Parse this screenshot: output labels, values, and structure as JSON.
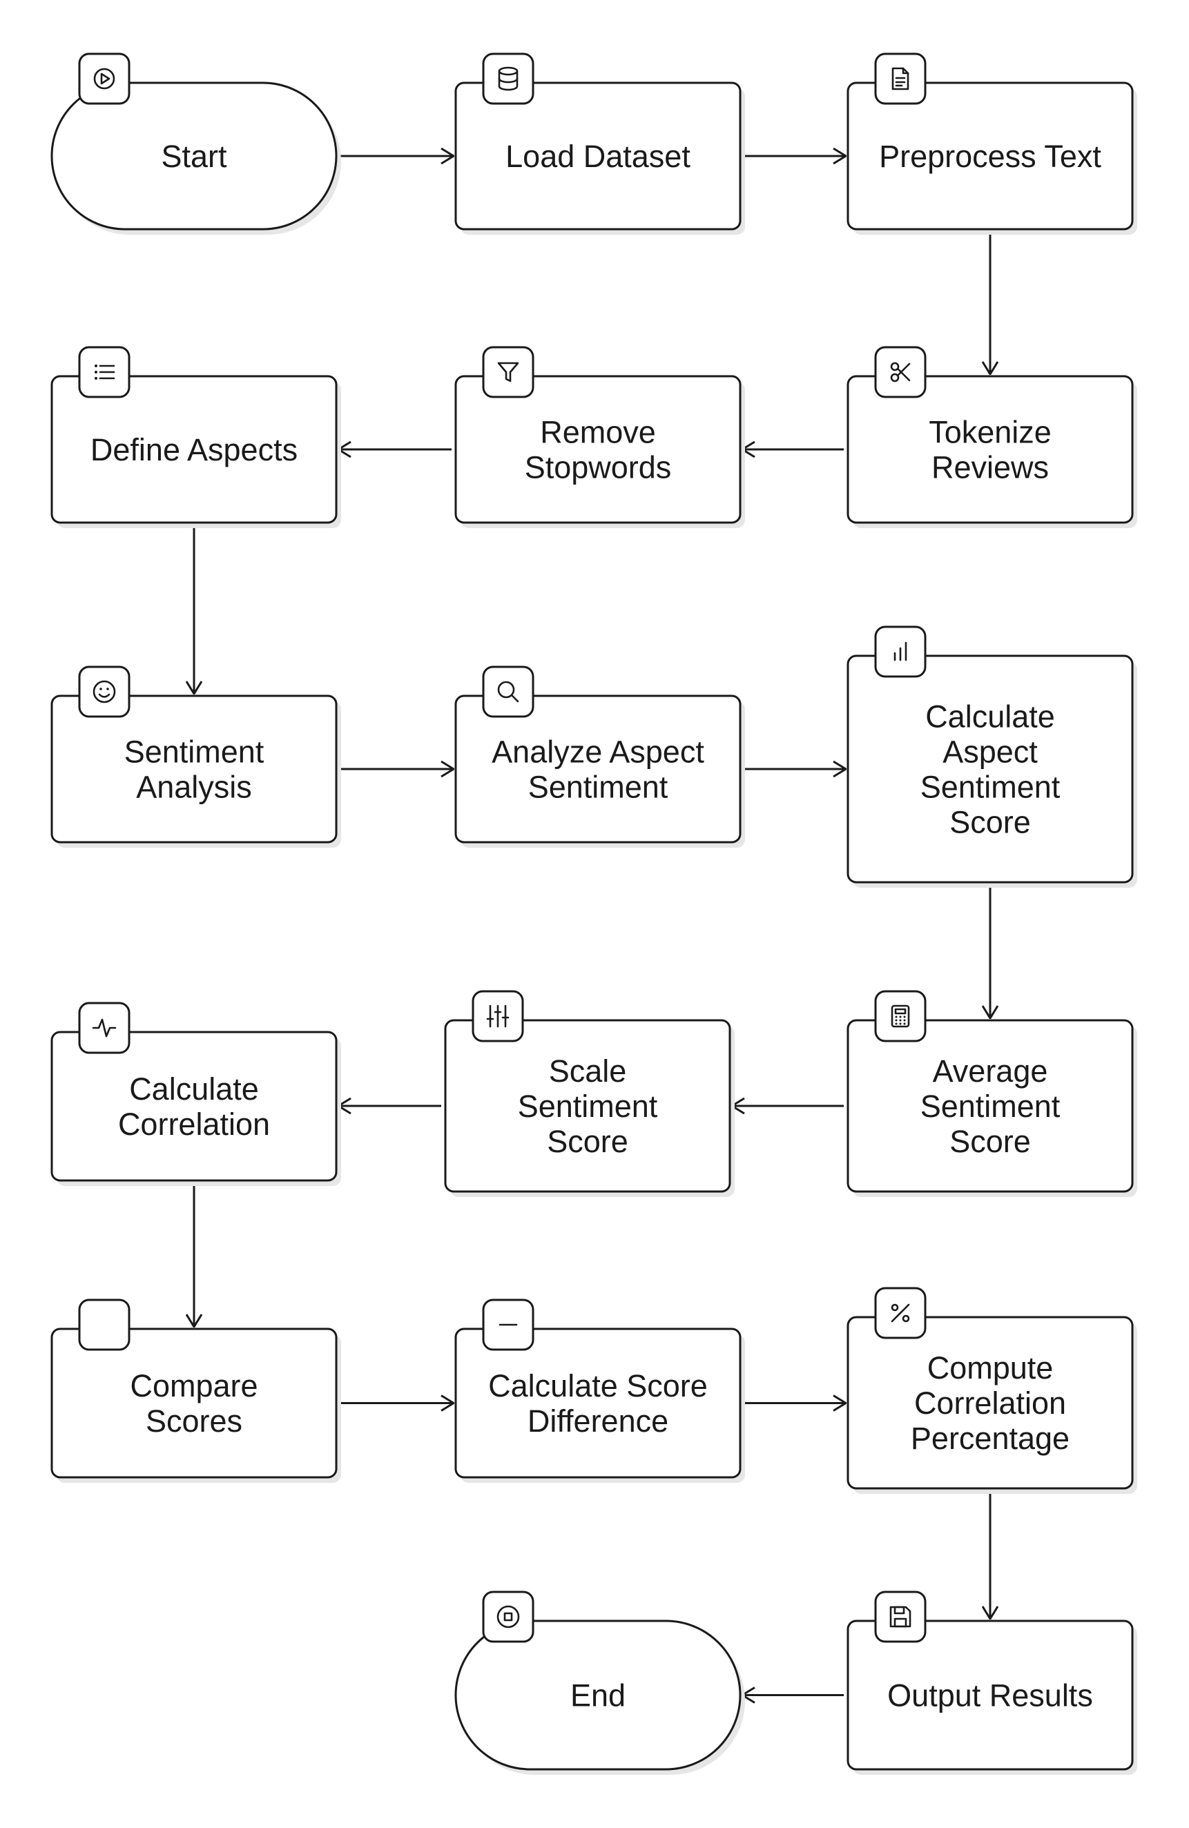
{
  "diagram": {
    "nodes": [
      {
        "id": "start",
        "label": "Start",
        "shape": "terminal",
        "icon": "play-icon"
      },
      {
        "id": "load",
        "label": "Load Dataset",
        "shape": "process",
        "icon": "database-icon"
      },
      {
        "id": "preprocess",
        "label": "Preprocess Text",
        "shape": "process",
        "icon": "document-icon"
      },
      {
        "id": "tokenize",
        "label": "Tokenize Reviews",
        "shape": "process",
        "icon": "scissors-icon"
      },
      {
        "id": "stopwords",
        "label": "Remove Stopwords",
        "shape": "process",
        "icon": "filter-icon"
      },
      {
        "id": "aspects",
        "label": "Define Aspects",
        "shape": "process",
        "icon": "list-icon"
      },
      {
        "id": "sentiment",
        "label": "Sentiment Analysis",
        "shape": "process",
        "icon": "smile-icon"
      },
      {
        "id": "analyze",
        "label": "Analyze Aspect Sentiment",
        "shape": "process",
        "icon": "search-icon"
      },
      {
        "id": "calcscore",
        "label": "Calculate Aspect Sentiment Score",
        "shape": "process",
        "icon": "bar-chart-icon"
      },
      {
        "id": "average",
        "label": "Average Sentiment Score",
        "shape": "process",
        "icon": "calculator-icon"
      },
      {
        "id": "scale",
        "label": "Scale Sentiment Score",
        "shape": "process",
        "icon": "sliders-icon"
      },
      {
        "id": "correlation",
        "label": "Calculate Correlation",
        "shape": "process",
        "icon": "activity-icon"
      },
      {
        "id": "compare",
        "label": "Compare Scores",
        "shape": "process",
        "icon": "blank-icon"
      },
      {
        "id": "difference",
        "label": "Calculate Score Difference",
        "shape": "process",
        "icon": "minus-icon"
      },
      {
        "id": "percentage",
        "label": "Compute Correlation Percentage",
        "shape": "process",
        "icon": "percent-icon"
      },
      {
        "id": "output",
        "label": "Output Results",
        "shape": "process",
        "icon": "save-icon"
      },
      {
        "id": "end",
        "label": "End",
        "shape": "terminal",
        "icon": "stop-icon"
      }
    ],
    "edges": [
      {
        "from": "start",
        "to": "load"
      },
      {
        "from": "load",
        "to": "preprocess"
      },
      {
        "from": "preprocess",
        "to": "tokenize"
      },
      {
        "from": "tokenize",
        "to": "stopwords"
      },
      {
        "from": "stopwords",
        "to": "aspects"
      },
      {
        "from": "aspects",
        "to": "sentiment"
      },
      {
        "from": "sentiment",
        "to": "analyze"
      },
      {
        "from": "analyze",
        "to": "calcscore"
      },
      {
        "from": "calcscore",
        "to": "average"
      },
      {
        "from": "average",
        "to": "scale"
      },
      {
        "from": "scale",
        "to": "correlation"
      },
      {
        "from": "correlation",
        "to": "compare"
      },
      {
        "from": "compare",
        "to": "difference"
      },
      {
        "from": "difference",
        "to": "percentage"
      },
      {
        "from": "percentage",
        "to": "output"
      },
      {
        "from": "output",
        "to": "end"
      }
    ]
  }
}
